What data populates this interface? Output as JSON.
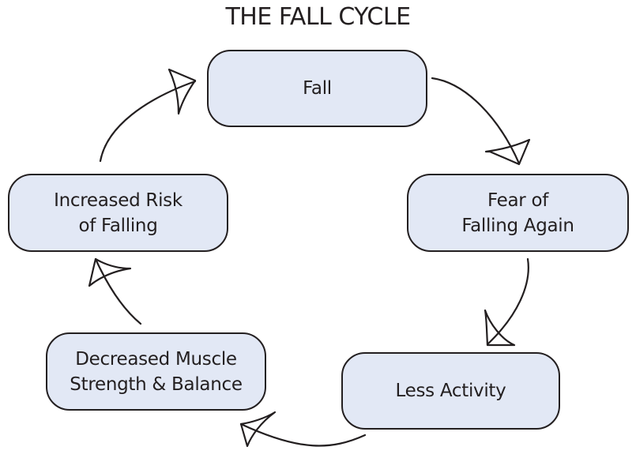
{
  "title": "THE FALL CYCLE",
  "nodes": [
    {
      "id": "fall",
      "lines": [
        "Fall"
      ]
    },
    {
      "id": "fear",
      "lines": [
        "Fear of",
        "Falling Again"
      ]
    },
    {
      "id": "less",
      "lines": [
        "Less Activity"
      ]
    },
    {
      "id": "dec",
      "lines": [
        "Decreased Muscle",
        "Strength & Balance"
      ]
    },
    {
      "id": "inc",
      "lines": [
        "Increased Risk",
        "of Falling"
      ]
    }
  ],
  "edges": [
    {
      "from": "Fall",
      "to": "Fear of Falling Again"
    },
    {
      "from": "Fear of Falling Again",
      "to": "Less Activity"
    },
    {
      "from": "Less Activity",
      "to": "Decreased Muscle Strength & Balance"
    },
    {
      "from": "Decreased Muscle Strength & Balance",
      "to": "Increased Risk of Falling"
    },
    {
      "from": "Increased Risk of Falling",
      "to": "Fall"
    }
  ],
  "colors": {
    "box_fill": "#e2e8f5",
    "stroke": "#231f20"
  }
}
